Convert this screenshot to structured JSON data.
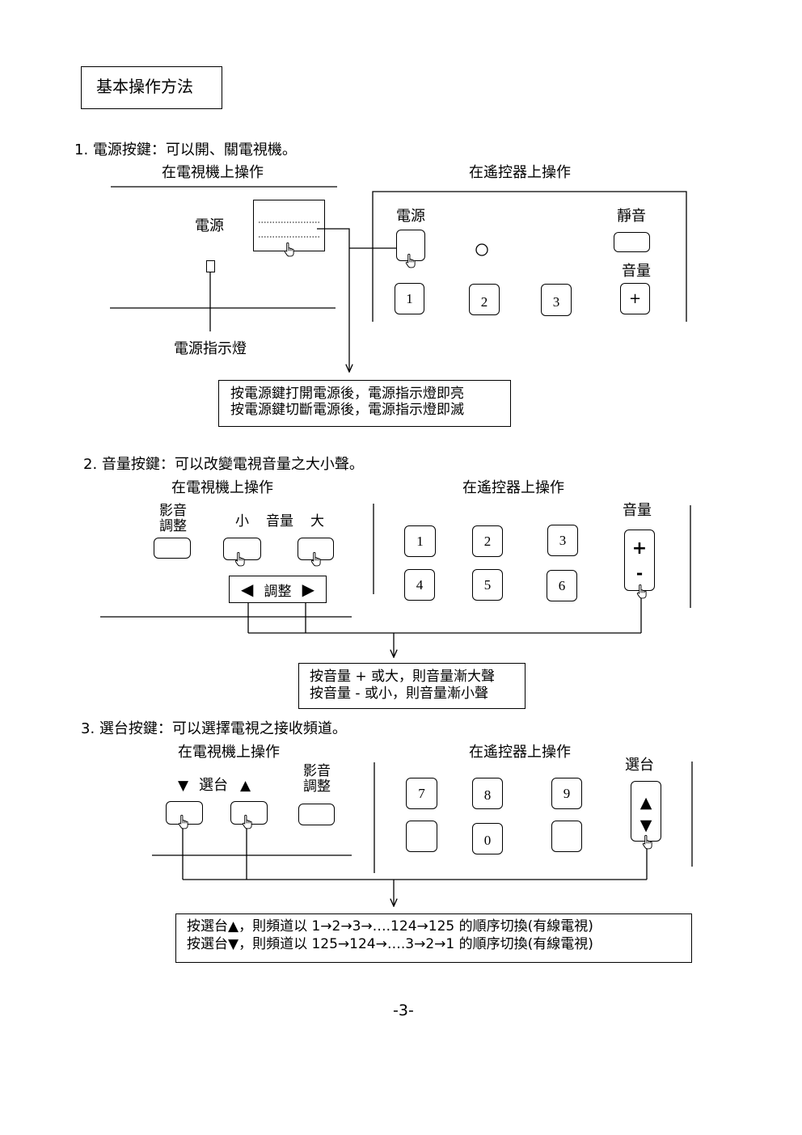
{
  "title": "基本操作方法",
  "section1": {
    "heading": "1. 電源按鍵：可以開、關電視機。",
    "tv_caption": "在電視機上操作",
    "remote_caption": "在遙控器上操作",
    "tv_power_label": "電源",
    "indicator_label": "電源指示燈",
    "remote_power_label": "電源",
    "mute_label": "靜音",
    "volume_label": "音量",
    "keys": [
      "1",
      "2",
      "3",
      "+"
    ],
    "note": [
      "按電源鍵打開電源後，電源指示燈即亮",
      "按電源鍵切斷電源後，電源指示燈即滅"
    ]
  },
  "section2": {
    "heading": "2. 音量按鍵：可以改變電視音量之大小聲。",
    "tv_caption": "在電視機上操作",
    "remote_caption": "在遙控器上操作",
    "av_adjust_label": [
      "影音",
      "調整"
    ],
    "small_label": "小",
    "volume_label": "音量",
    "big_label": "大",
    "adjust_left_arrow": "◀",
    "adjust_label": "調整",
    "adjust_right_arrow": "▶",
    "remote_volume_label": "音量",
    "keys": [
      "1",
      "2",
      "3",
      "4",
      "5",
      "6"
    ],
    "volume_up": "+",
    "volume_down": "-",
    "note": [
      "按音量 + 或大，則音量漸大聲",
      "按音量 - 或小，則音量漸小聲"
    ]
  },
  "section3": {
    "heading": "3. 選台按鍵：可以選擇電視之接收頻道。",
    "tv_caption": "在電視機上操作",
    "remote_caption": "在遙控器上操作",
    "channel_down_arrow": "▼",
    "channel_label": "選台",
    "channel_up_arrow": "▲",
    "av_adjust_label": [
      "影音",
      "調整"
    ],
    "keys": [
      "7",
      "8",
      "9",
      "0"
    ],
    "remote_channel_label": "選台",
    "channel_up": "▲",
    "channel_down": "▼",
    "note": [
      "按選台▲，則頻道以 1→2→3→….124→125 的順序切換(有線電視)",
      "按選台▼，則頻道以 125→124→….3→2→1 的順序切換(有線電視)"
    ]
  },
  "page_number": "-3-",
  "icons": [
    "hand-pointer-icon",
    "indicator-light-icon",
    "sensor-circle-icon"
  ]
}
